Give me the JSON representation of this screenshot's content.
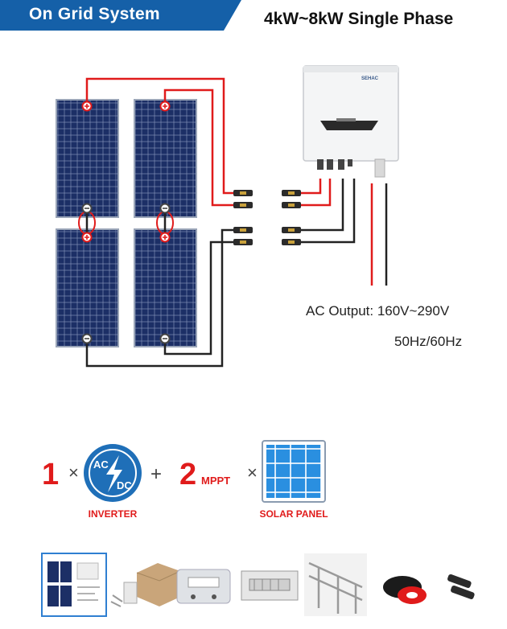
{
  "header": {
    "title": "On Grid System",
    "subtitle": "4kW~8kW Single Phase"
  },
  "inverter": {
    "brand": "SEHAC"
  },
  "output": {
    "ac_output": "AC Output: 160V~290V",
    "frequency": "50Hz/60Hz"
  },
  "equation": {
    "inverter_qty": "1",
    "times_1": "×",
    "inverter_icon_top": "AC",
    "inverter_icon_bottom": "DC",
    "inverter_label": "INVERTER",
    "plus": "+",
    "mppt_qty": "2",
    "mppt_label": "MPPT",
    "times_2": "×",
    "solar_panel_label": "SOLAR PANEL"
  },
  "colors": {
    "banner": "#1560a8",
    "positive_wire": "#e01b1b",
    "negative_wire": "#222222",
    "panel_cell": "#1c2f66",
    "icon_blue": "#1f6fb8",
    "accent_red": "#e01b1b"
  },
  "icons": {
    "ac_dc": "lightning-circle-icon",
    "solar_panel": "solar-grid-icon"
  }
}
